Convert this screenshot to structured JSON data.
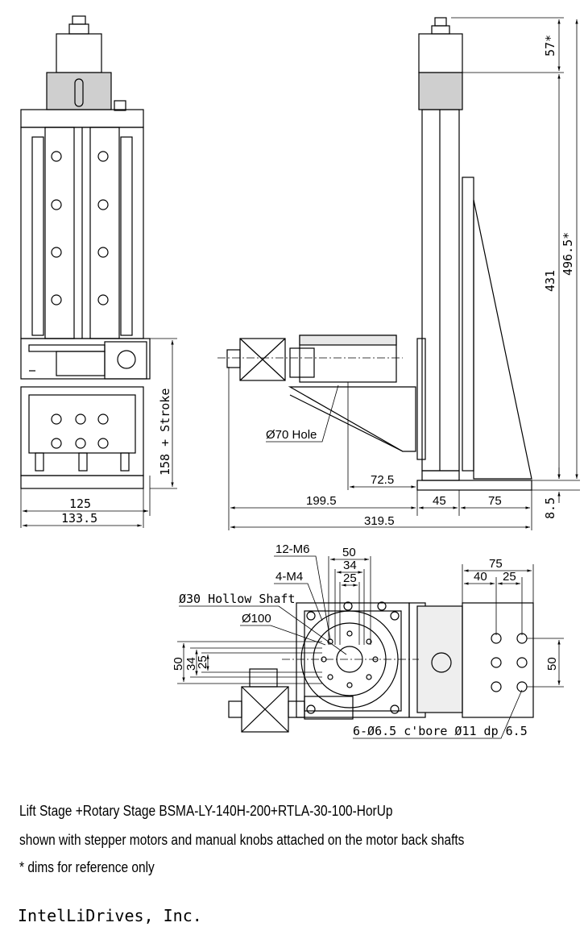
{
  "drawing": {
    "front_view": {
      "dims": {
        "w125": "125",
        "w133": "133.5",
        "stroke": "158 + Stroke"
      }
    },
    "side_view": {
      "dims": {
        "d57": "57*",
        "d431": "431",
        "d496": "496.5*",
        "d85": "8.5",
        "d725": "72.5",
        "d1995": "199.5",
        "d45": "45",
        "d75": "75",
        "d3195": "319.5"
      },
      "hole_label": "Ø70 Hole"
    },
    "top_view": {
      "labels": {
        "m6": "12-M6",
        "m4": "4-M4",
        "hollow": "Ø30 Hollow Shaft",
        "d100": "Ø100",
        "cbore": "6-Ø6.5 c'bore Ø11 dp 6.5"
      },
      "dims": {
        "t50": "50",
        "t34": "34",
        "t25": "25",
        "l50": "50",
        "l34": "34",
        "l25": "25",
        "r75": "75",
        "r40": "40",
        "r25": "25",
        "r50": "50"
      }
    }
  },
  "caption": {
    "line1": "Lift Stage +Rotary Stage BSMA-LY-140H-200+RTLA-30-100-HorUp",
    "line2": "shown with stepper motors and manual knobs attached on the motor back shafts",
    "line3": "* dims for reference only"
  },
  "company": "IntelLiDrives, Inc."
}
